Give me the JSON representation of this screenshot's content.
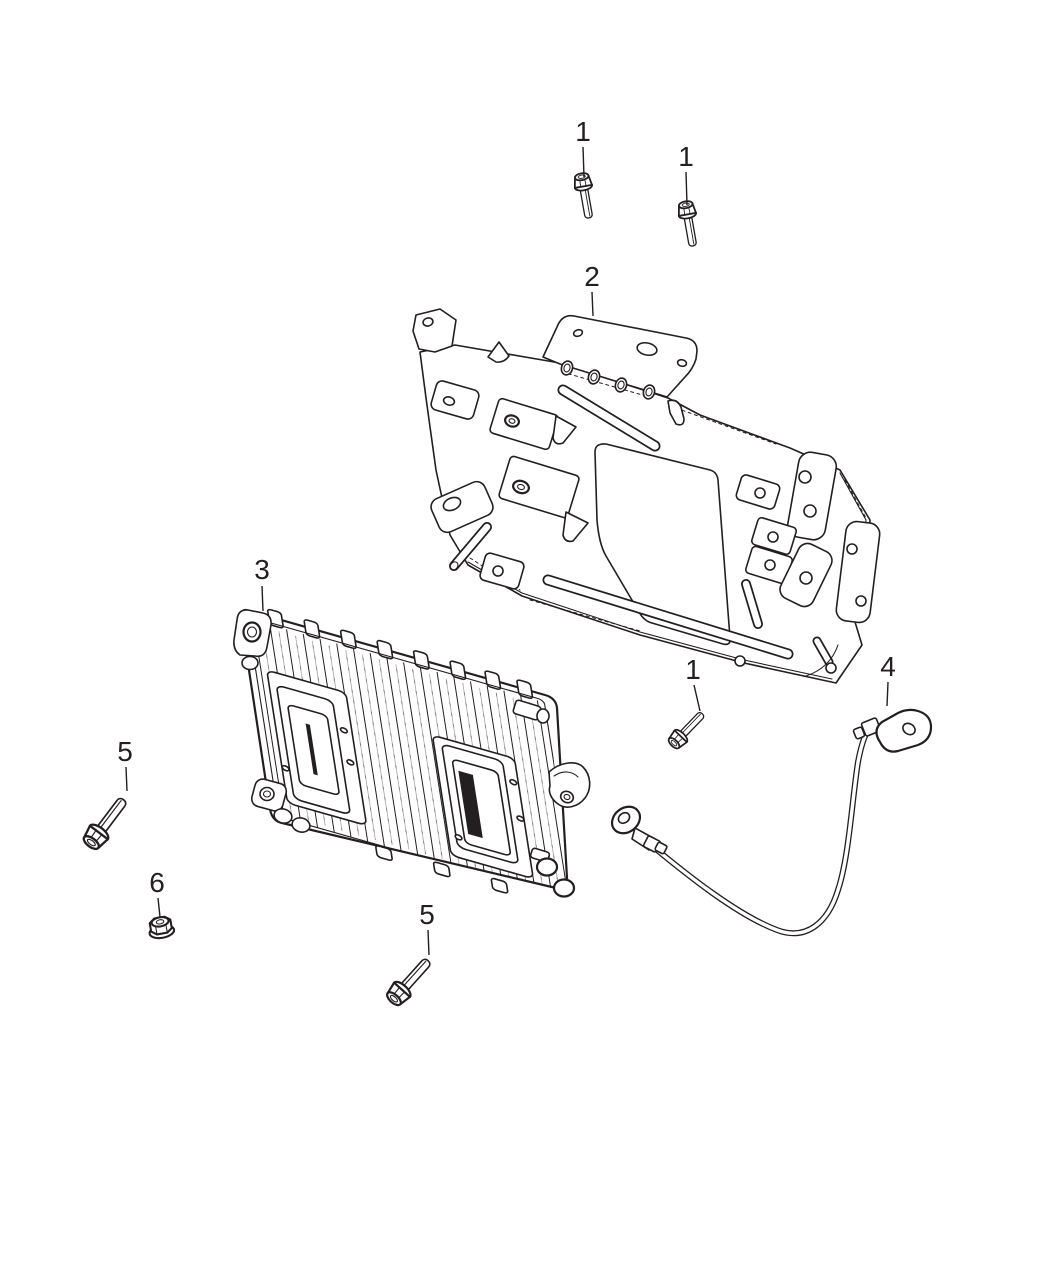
{
  "diagram": {
    "kind": "exploded-parts-diagram",
    "subject": "module-and-mounting-bracket",
    "background_color": "#ffffff",
    "line_color": "#231f20"
  },
  "callouts": [
    {
      "number": "1",
      "part": "hex-flange-bolt"
    },
    {
      "number": "1",
      "part": "hex-flange-bolt"
    },
    {
      "number": "2",
      "part": "mounting-bracket"
    },
    {
      "number": "3",
      "part": "control-module"
    },
    {
      "number": "1",
      "part": "hex-flange-bolt"
    },
    {
      "number": "4",
      "part": "ground-strap"
    },
    {
      "number": "5",
      "part": "hex-flange-bolt-long"
    },
    {
      "number": "6",
      "part": "hex-flange-nut"
    },
    {
      "number": "5",
      "part": "hex-flange-bolt-long"
    }
  ]
}
